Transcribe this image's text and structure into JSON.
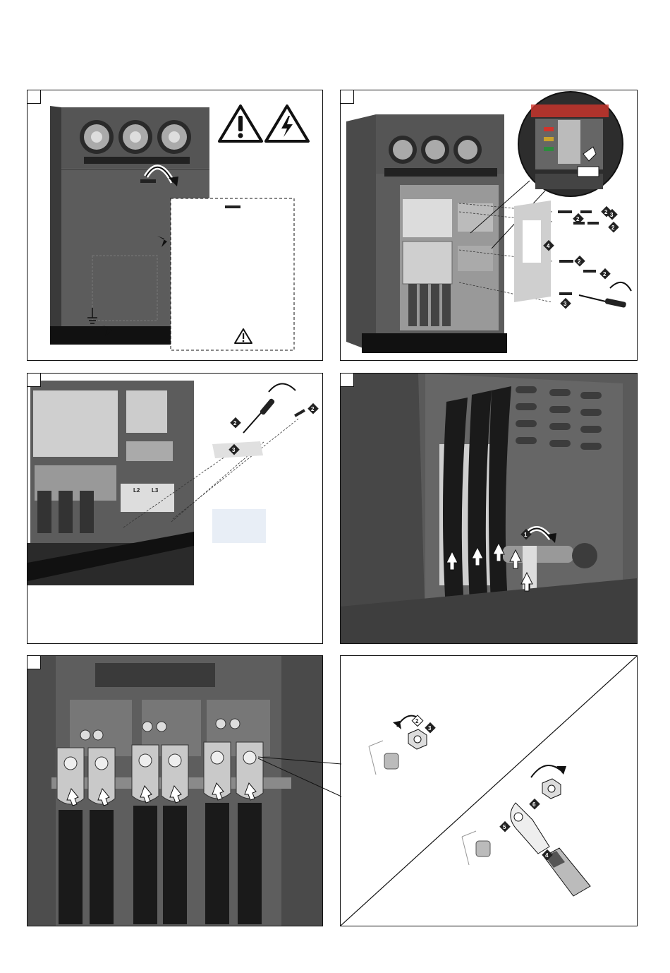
{
  "panels": [
    {
      "id": "p1",
      "callouts": []
    },
    {
      "id": "p2",
      "callouts": [
        "2",
        "2",
        "2",
        "2",
        "4",
        "2",
        "3",
        "3"
      ]
    },
    {
      "id": "p3",
      "callouts": [
        "2",
        "2",
        "3"
      ],
      "terminal_labels": [
        "L2",
        "L3"
      ]
    },
    {
      "id": "p4",
      "callouts": [
        "1"
      ]
    },
    {
      "id": "p5",
      "callouts": []
    },
    {
      "id": "p6",
      "callouts": [
        "2",
        "3",
        "5",
        "6",
        "4"
      ]
    }
  ],
  "colors": {
    "cabinet": "#5c5c5c",
    "cabinet_dark": "#3e3e3e",
    "base": "#111111",
    "cable": "#1a1a1a",
    "arrow": "#1a1a1a",
    "breaker_red": "#d0342c",
    "breaker_green": "#2e8b3e"
  },
  "icons": [
    "warning-triangle-icon",
    "high-voltage-icon",
    "ground-icon",
    "rotate-arrow-icon",
    "push-arrow-icon",
    "screwdriver-icon"
  ]
}
